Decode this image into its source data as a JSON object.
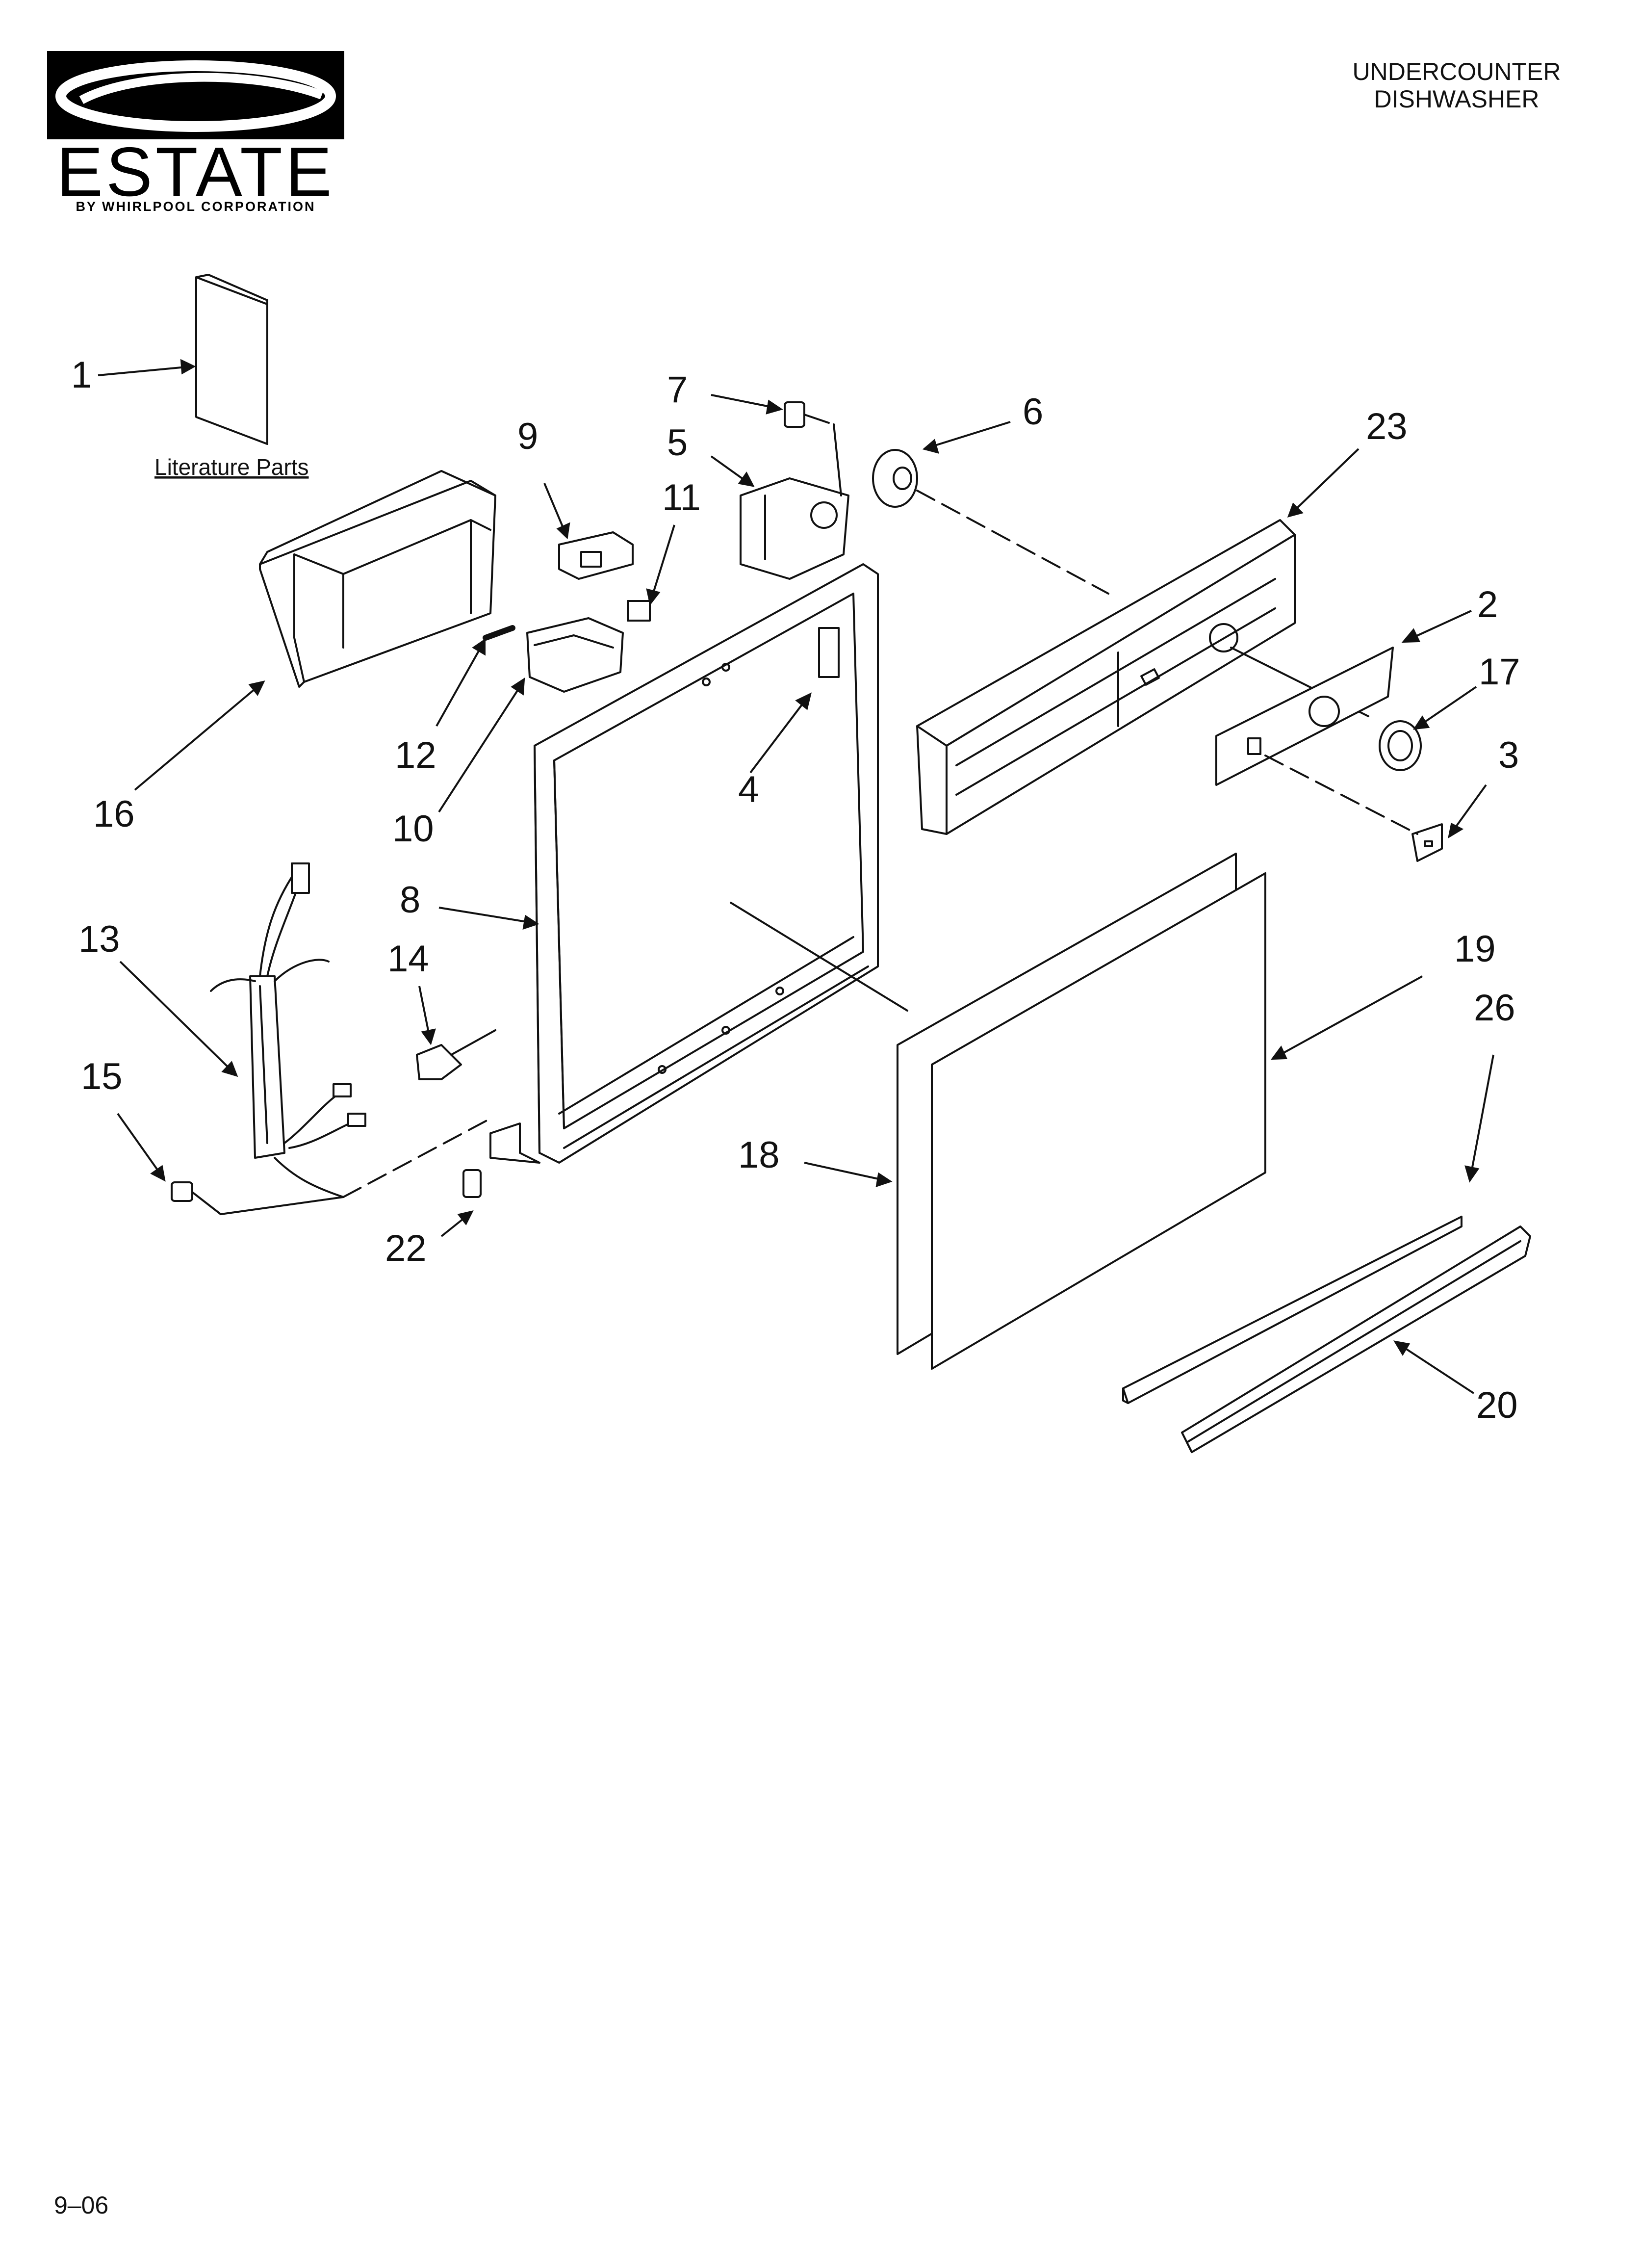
{
  "brand": {
    "name": "ESTATE",
    "tagline": "BY WHIRLPOOL CORPORATION"
  },
  "header": {
    "line1": "UNDERCOUNTER",
    "line2": "DISHWASHER"
  },
  "literature_label": "Literature Parts",
  "callouts": [
    "1",
    "2",
    "3",
    "4",
    "5",
    "6",
    "7",
    "8",
    "9",
    "10",
    "11",
    "12",
    "13",
    "14",
    "15",
    "16",
    "17",
    "18",
    "19",
    "20",
    "22",
    "23",
    "26"
  ],
  "footer": {
    "code": "9–06"
  }
}
